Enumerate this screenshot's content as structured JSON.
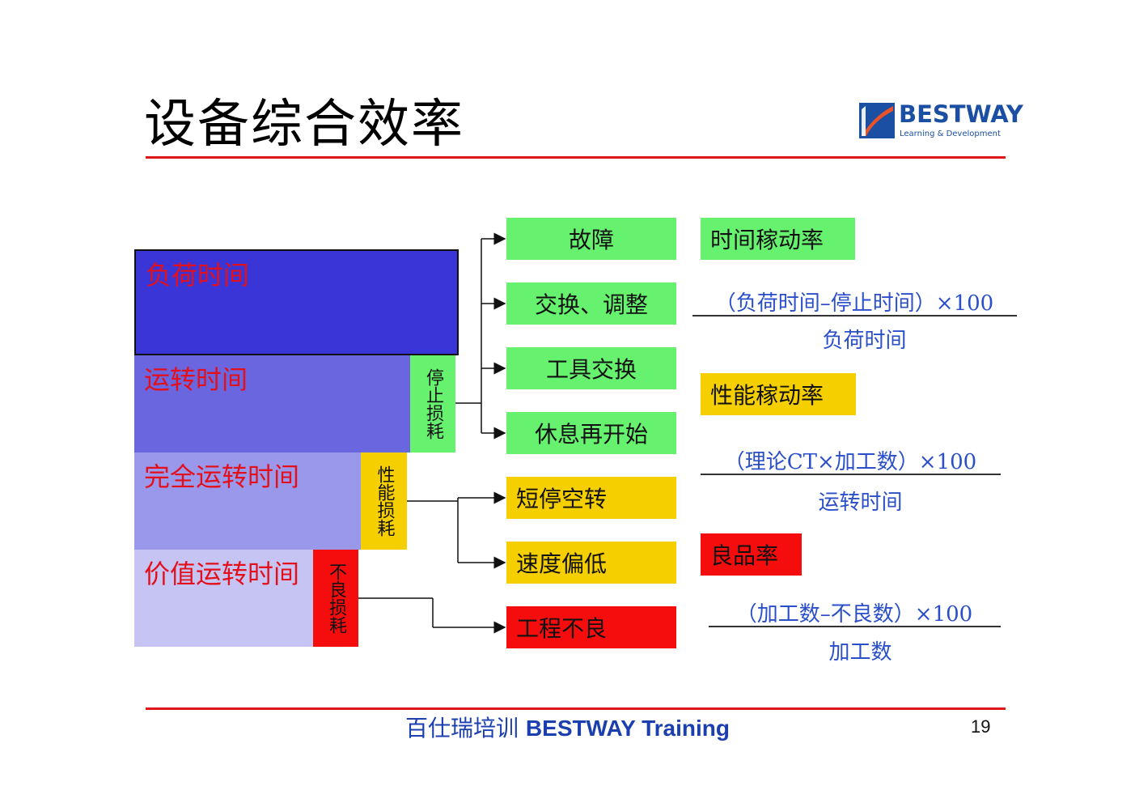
{
  "title": "设备综合效率",
  "logo": {
    "brand": "BESTWAY",
    "tagline": "Learning & Development"
  },
  "time_blocks": [
    {
      "label": "负荷时间"
    },
    {
      "label": "运转时间"
    },
    {
      "label": "完全运转时间"
    },
    {
      "label": "价值运转时间"
    }
  ],
  "loss_groups": [
    {
      "label": "停止损耗",
      "color": "#66f26e"
    },
    {
      "label": "性能损耗",
      "color": "#f5cf00"
    },
    {
      "label": "不良损耗",
      "color": "#f50d0d"
    }
  ],
  "losses": [
    {
      "label": "故障",
      "color": "#66f26e"
    },
    {
      "label": "交换、调整",
      "color": "#66f26e"
    },
    {
      "label": "工具交换",
      "color": "#66f26e"
    },
    {
      "label": "休息再开始",
      "color": "#66f26e"
    },
    {
      "label": "短停空转",
      "color": "#f5cf00"
    },
    {
      "label": "速度偏低",
      "color": "#f5cf00"
    },
    {
      "label": "工程不良",
      "color": "#f50d0d"
    }
  ],
  "rates": [
    {
      "name": "时间稼动率",
      "numerator": "（负荷时间–停止时间）×100",
      "denominator": "负荷时间"
    },
    {
      "name": "性能稼动率",
      "numerator": "（理论CT×加工数）×100",
      "denominator": "运转时间"
    },
    {
      "name": "良品率",
      "numerator": "（加工数–不良数）×100",
      "denominator": "加工数"
    }
  ],
  "footer": {
    "cn": "百仕瑞培训",
    "en": "BESTWAY Training"
  },
  "page_number": "19"
}
